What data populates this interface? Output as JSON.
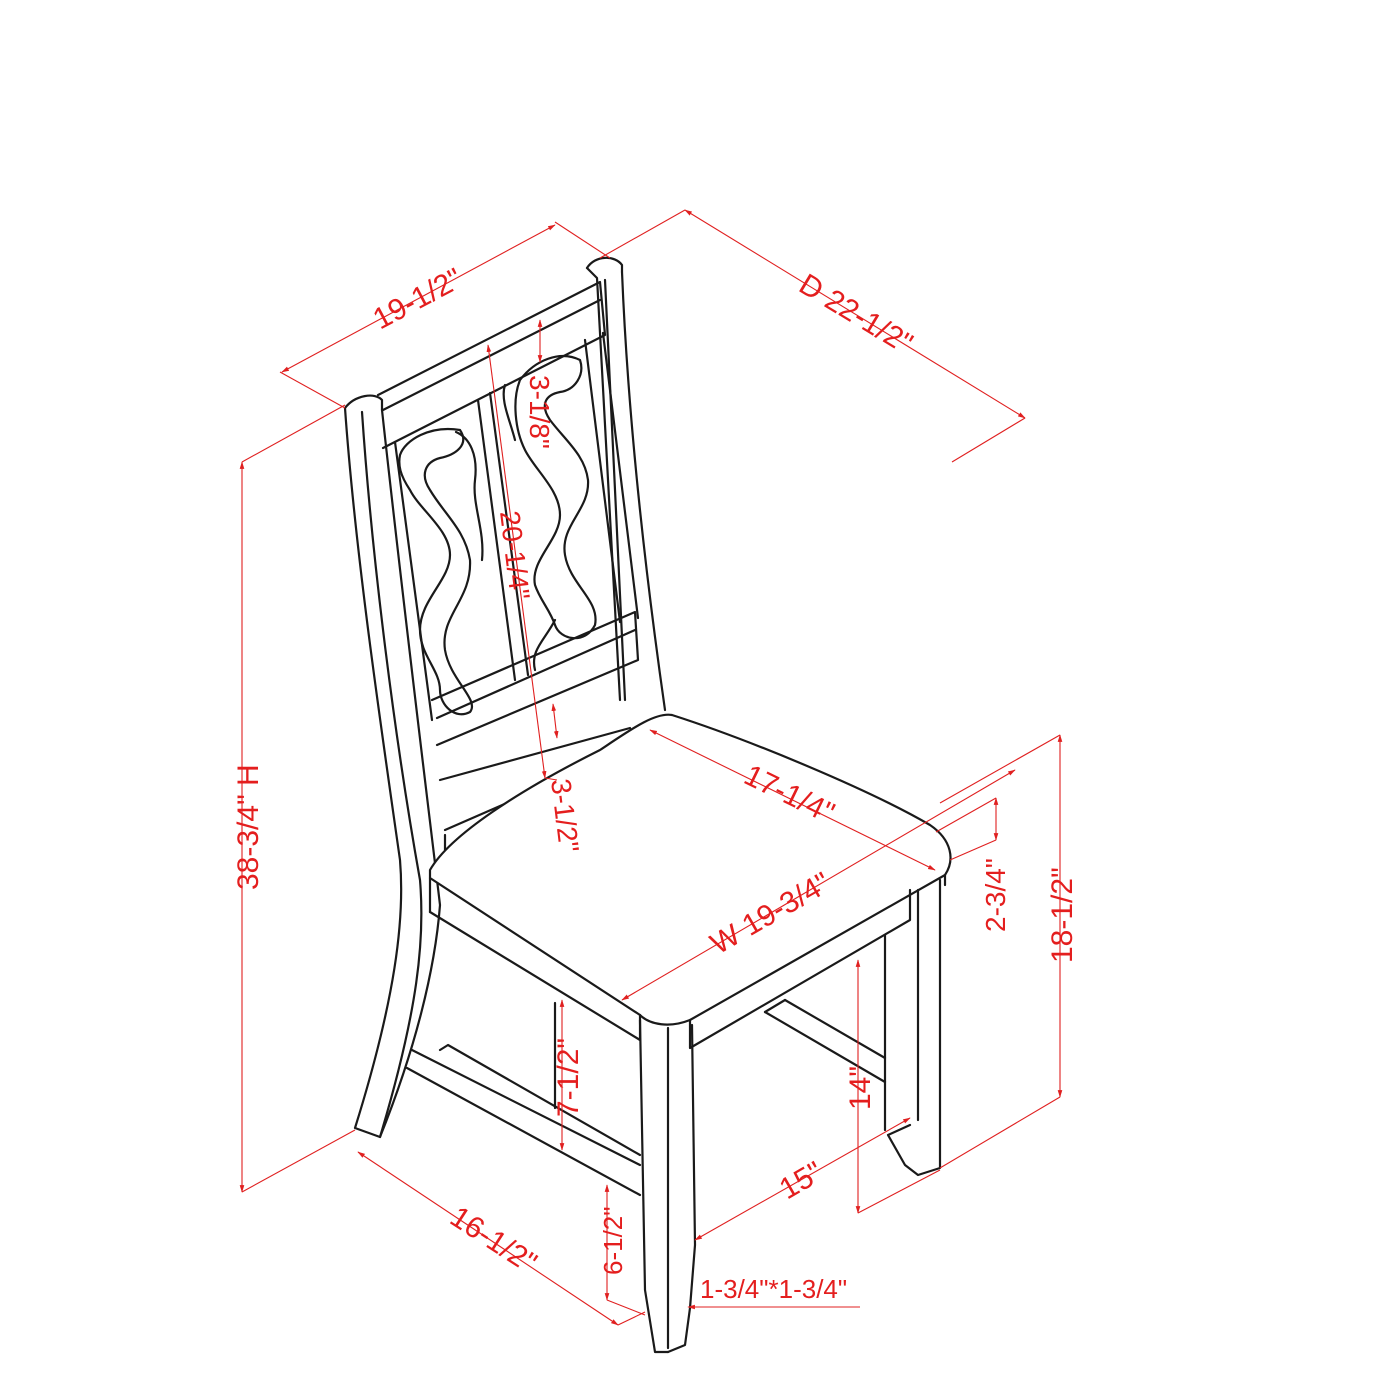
{
  "diagram": {
    "title": "Dining chair dimension drawing",
    "line_color": "#1a1a1a",
    "annotation_color": "#e41e1e",
    "background": "#ffffff"
  },
  "dimensions": {
    "back_width": "19-1/2\"",
    "overall_depth": "D 22-1/2\"",
    "top_rail_to_splat": "3-1/8\"",
    "backrest_height": "20-1/4\"",
    "lower_rail_gap": "3-1/2\"",
    "seat_depth": "17-1/4\"",
    "overall_width": "W 19-3/4\"",
    "seat_thickness": "2-3/4\"",
    "seat_height": "18-1/2\"",
    "overall_height": "38-3/4\" H",
    "apron_to_stretcher": "7-1/2\"",
    "stretcher_height": "6-1/2\"",
    "base_depth": "16-1/2\"",
    "base_width": "15\"",
    "leg_clearance": "14\"",
    "leg_size": "1-3/4\"*1-3/4\""
  }
}
